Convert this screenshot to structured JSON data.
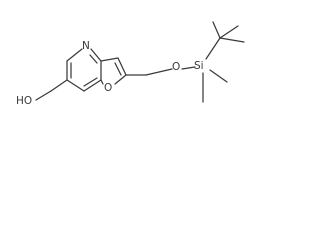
{
  "molecule": {
    "atoms": {
      "hydroxyl": "HO",
      "pyridine_n": "N",
      "furan_o": "O",
      "ether_o": "O",
      "silicon": "Si"
    }
  }
}
